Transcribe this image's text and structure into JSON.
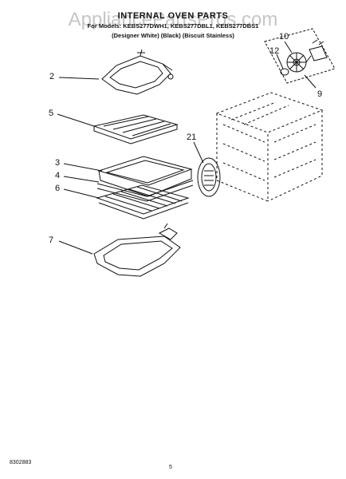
{
  "header": {
    "title": "INTERNAL OVEN PARTS",
    "models": "For Models: KEBS277DWH1, KEBS277DBL1, KEBS277DBS1",
    "finishes": "(Designer White)   (Black)   (Biscuit Stainless)",
    "watermark": "AppliancePartsPros.com"
  },
  "callouts": [
    "2",
    "5",
    "3",
    "4",
    "6",
    "7",
    "10",
    "12",
    "9",
    "21"
  ],
  "footer": {
    "doc_number": "8302883",
    "page": "5"
  }
}
